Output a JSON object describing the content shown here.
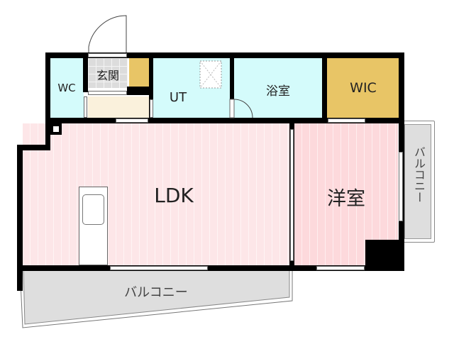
{
  "floor_plan": {
    "rooms": {
      "wc": {
        "label": "WC",
        "color": "#d4fbfb"
      },
      "entrance": {
        "label": "玄関",
        "color": "#dcdcdc"
      },
      "ut": {
        "label": "UT",
        "color": "#d4fbfb"
      },
      "bathroom": {
        "label": "浴室",
        "color": "#d4fbfb"
      },
      "wic": {
        "label": "WIC",
        "color": "#e8c566"
      },
      "ldk": {
        "label": "LDK",
        "color": "#fde6e8"
      },
      "western_room": {
        "label": "洋室",
        "color": "#fdd9dc"
      },
      "balcony_south": {
        "label": "バルコニー",
        "color": "#dedede"
      },
      "balcony_east": {
        "label": "バルコニー",
        "color": "#dedede"
      }
    },
    "fixtures": {
      "kitchen": "kitchen-sink",
      "washer_pan": "washing-machine-space",
      "shoe_closet": "shoe-cabinet"
    }
  }
}
